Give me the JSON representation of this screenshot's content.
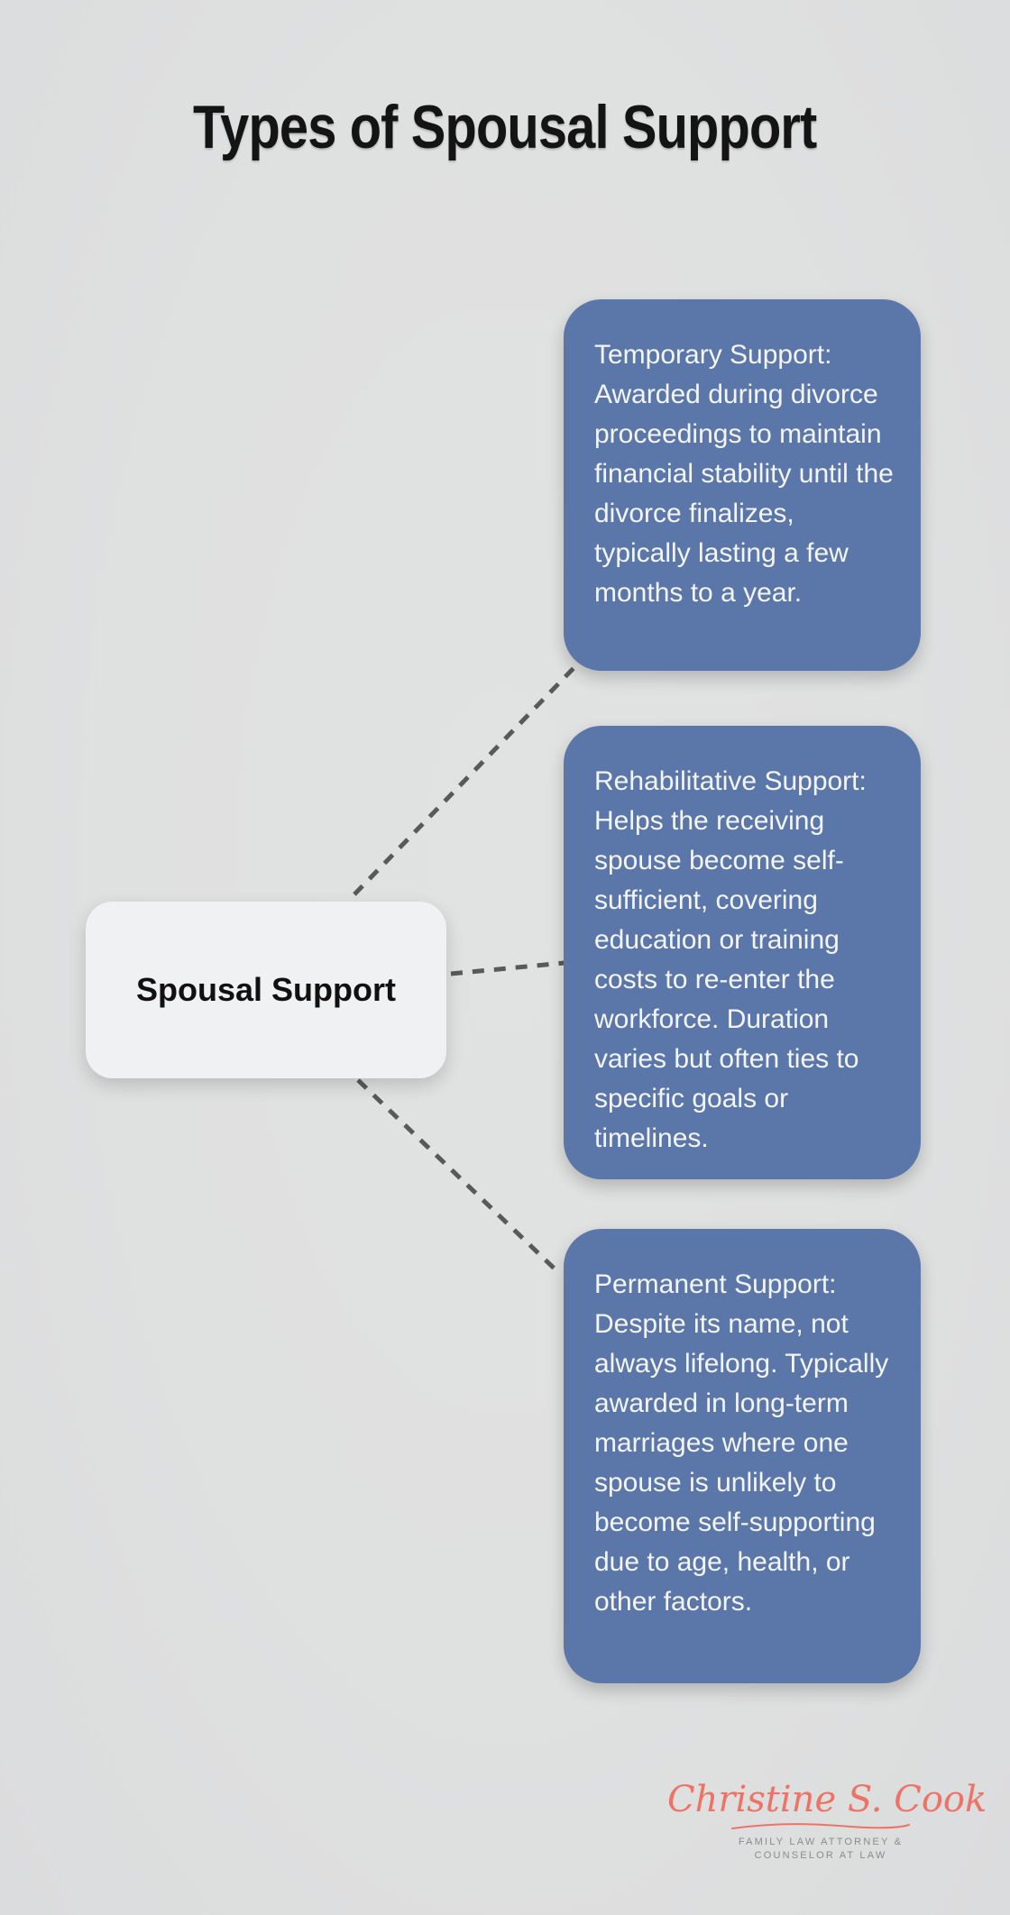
{
  "title": "Types of Spousal Support",
  "root": {
    "label": "Spousal Support"
  },
  "branches": [
    {
      "id": "temporary",
      "text": "Temporary Support: Awarded during divorce proceedings to maintain financial stability until the divorce finalizes, typically lasting a few months to a year."
    },
    {
      "id": "rehabilitative",
      "text": "Rehabilitative Support: Helps the receiving spouse become self-sufficient, covering education or training costs to re-enter the workforce. Duration varies but often ties to specific goals or timelines."
    },
    {
      "id": "permanent",
      "text": "Permanent Support: Despite its name, not always lifelong. Typically awarded in long-term marriages where one spouse is unlikely to become self-supporting due to age, health, or other factors."
    }
  ],
  "logo": {
    "name": "Christine S. Cook",
    "tagline_line1": "FAMILY LAW ATTORNEY &",
    "tagline_line2": "COUNSELOR AT LAW"
  },
  "colors": {
    "background": "#dfe0e0",
    "branch_fill": "#5b76a8",
    "branch_text": "#f3f5f8",
    "root_fill": "#f0f1f3",
    "root_text": "#111111",
    "connector": "#595959",
    "title_text": "#141414",
    "logo_script": "#ee7365",
    "logo_tagline": "#8b8b8b"
  }
}
